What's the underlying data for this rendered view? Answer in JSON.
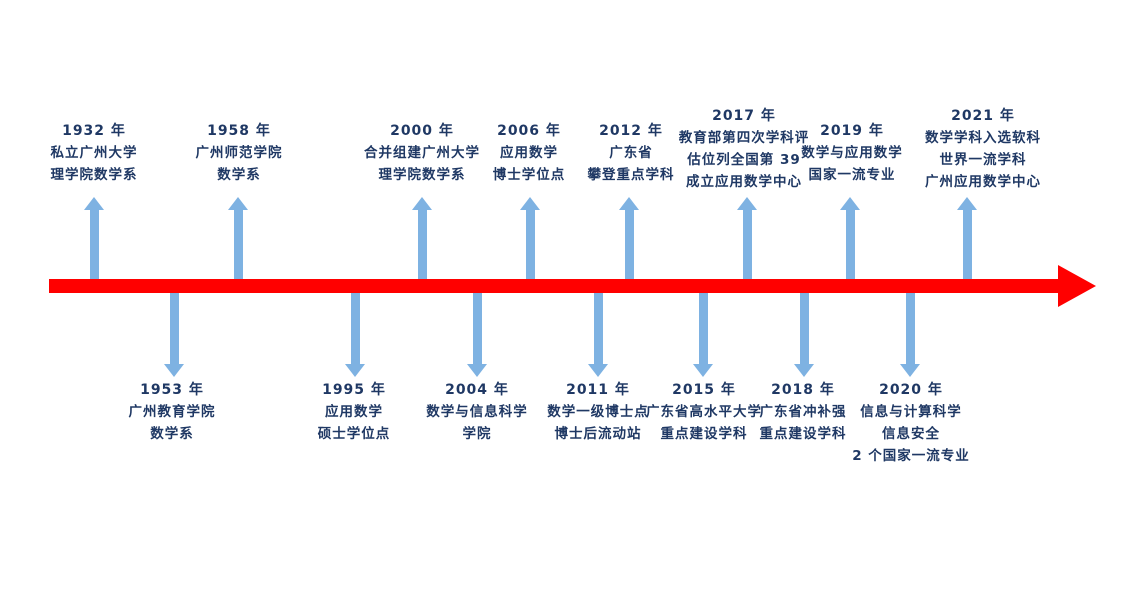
{
  "colors": {
    "axis": "#FF0000",
    "arrow": "#7EB2E2",
    "text": "#1F3864"
  },
  "timeline": {
    "type": "timeline-diagram",
    "above": [
      {
        "year": "1932 年",
        "lines": [
          "私立广州大学",
          "理学院数学系"
        ]
      },
      {
        "year": "1958 年",
        "lines": [
          "广州师范学院",
          "数学系"
        ]
      },
      {
        "year": "2000 年",
        "lines": [
          "合并组建广州大学",
          "理学院数学系"
        ]
      },
      {
        "year": "2006 年",
        "lines": [
          "应用数学",
          "博士学位点"
        ]
      },
      {
        "year": "2012 年",
        "lines": [
          "广东省",
          "攀登重点学科"
        ]
      },
      {
        "year": "2017 年",
        "lines": [
          "教育部第四次学科评",
          "估位列全国第 39",
          "成立应用数学中心"
        ]
      },
      {
        "year": "2019 年",
        "lines": [
          "数学与应用数学",
          "国家一流专业"
        ]
      },
      {
        "year": "2021 年",
        "lines": [
          "数学学科入选软科",
          "世界一流学科",
          "广州应用数学中心"
        ]
      }
    ],
    "below": [
      {
        "year": "1953 年",
        "lines": [
          "广州教育学院",
          "数学系"
        ]
      },
      {
        "year": "1995 年",
        "lines": [
          "应用数学",
          "硕士学位点"
        ]
      },
      {
        "year": "2004 年",
        "lines": [
          "数学与信息科学",
          "学院"
        ]
      },
      {
        "year": "2011 年",
        "lines": [
          "数学一级博士点",
          "博士后流动站"
        ]
      },
      {
        "year": "2015 年",
        "lines": [
          "广东省高水平大学",
          "重点建设学科"
        ]
      },
      {
        "year": "2018 年",
        "lines": [
          "广东省冲补强",
          "重点建设学科"
        ]
      },
      {
        "year": "2020 年",
        "lines": [
          "信息与计算科学",
          "信息安全",
          "2 个国家一流专业"
        ]
      }
    ]
  }
}
